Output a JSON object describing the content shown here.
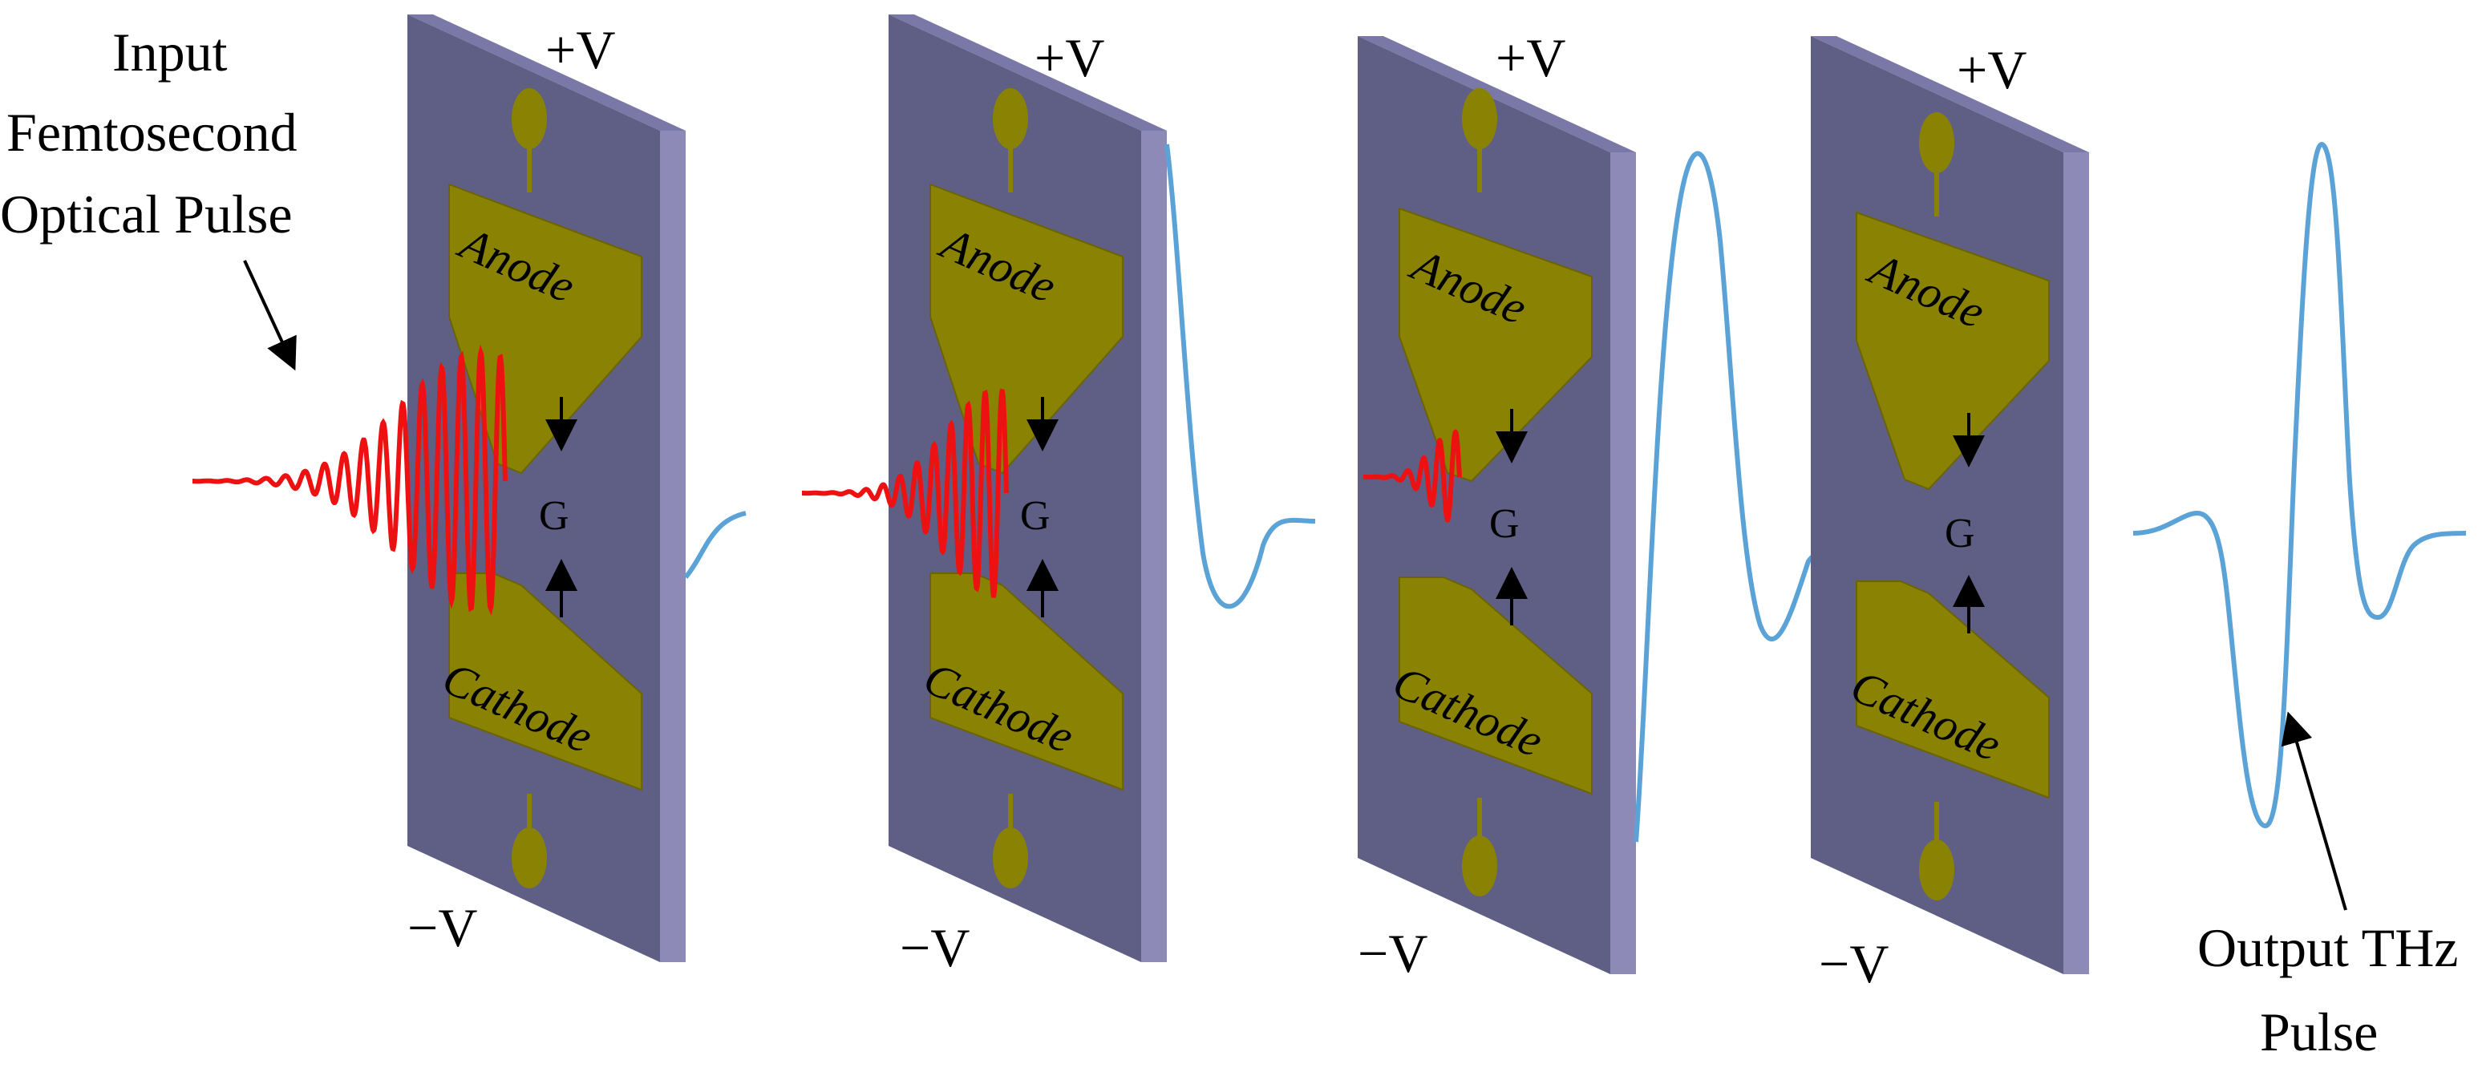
{
  "labels": {
    "input_line1": "Input",
    "input_line2": "Femtosecond",
    "input_line3": "Optical Pulse",
    "output_line1": "Output THz",
    "output_line2": "Pulse"
  },
  "antenna": {
    "positive_voltage": "+V",
    "negative_voltage": "−V",
    "anode": "Anode",
    "cathode": "Cathode",
    "gap": "G"
  },
  "panels": [
    {
      "id": 1,
      "optical_pulse_amplitude": 1.0,
      "thz_pulse_progress": 0.15
    },
    {
      "id": 2,
      "optical_pulse_amplitude": 0.8,
      "thz_pulse_progress": 0.45
    },
    {
      "id": 3,
      "optical_pulse_amplitude": 0.25,
      "thz_pulse_progress": 0.8
    },
    {
      "id": 4,
      "optical_pulse_amplitude": 0.0,
      "thz_pulse_progress": 1.0
    }
  ],
  "colors": {
    "substrate_face": "#5f5f86",
    "substrate_side": "#8d8ab8",
    "substrate_top": "#7a78a6",
    "electrode": "#8a8203",
    "electrode_stroke": "#6b6400",
    "optical_pulse": "#ee1111",
    "thz_pulse": "#5ba3d6",
    "arrow": "#000000"
  }
}
